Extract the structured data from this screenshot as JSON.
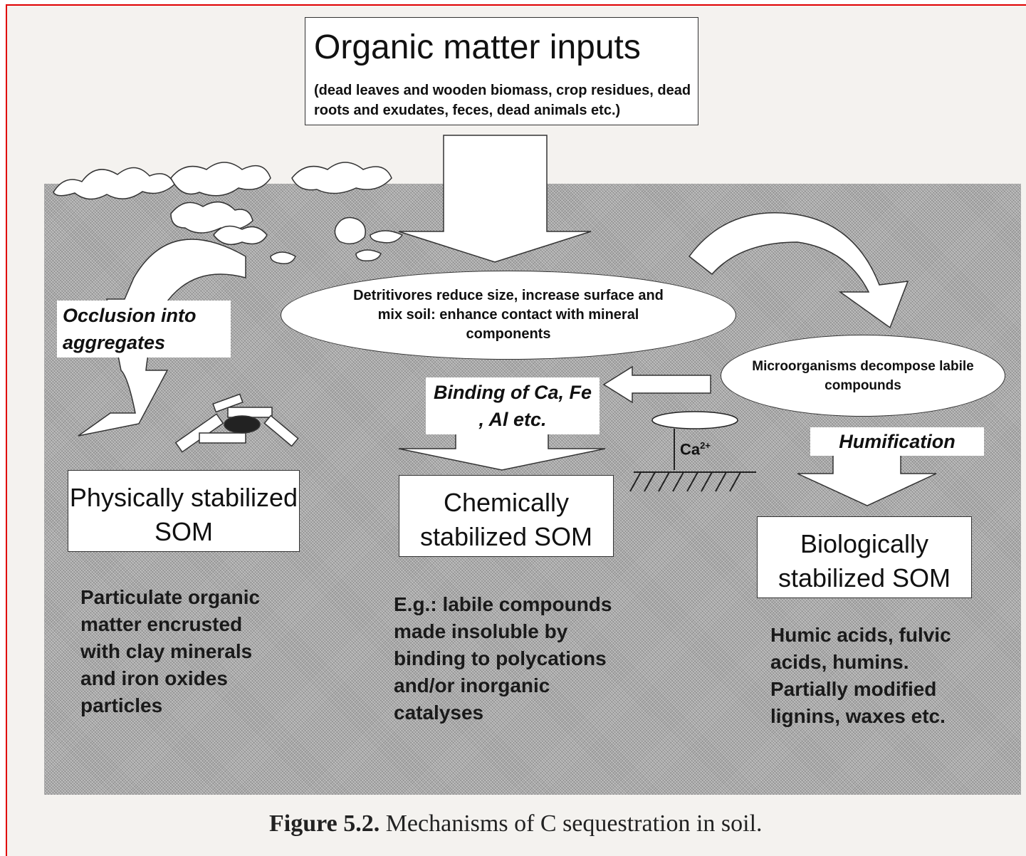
{
  "title": {
    "main": "Organic matter inputs",
    "sub": "(dead leaves and wooden biomass, crop residues, dead roots and exudates, feces, dead animals etc.)"
  },
  "detritivores": "Detritivores reduce size, increase surface and mix soil: enhance contact with mineral components",
  "microorganisms": "Microorganisms decompose labile compounds",
  "labels": {
    "occlusion": "Occlusion into aggregates",
    "binding": "Binding of Ca, Fe , Al  etc.",
    "humification": "Humification",
    "ion": "Ca",
    "ion_sup": "2+"
  },
  "som": {
    "physical": "Physically stabilized SOM",
    "chemical": "Chemically stabilized SOM",
    "biological": "Biologically stabilized SOM"
  },
  "descriptions": {
    "physical": "Particulate organic matter encrusted with clay minerals and iron oxides particles",
    "chemical": "E.g.: labile compounds made insoluble by binding to polycations and/or inorganic catalyses",
    "biological": "Humic acids, fulvic acids, humins. Partially modified lignins, waxes etc."
  },
  "caption": {
    "label": "Figure 5.2.",
    "text": "Mechanisms of C sequestration in soil."
  }
}
